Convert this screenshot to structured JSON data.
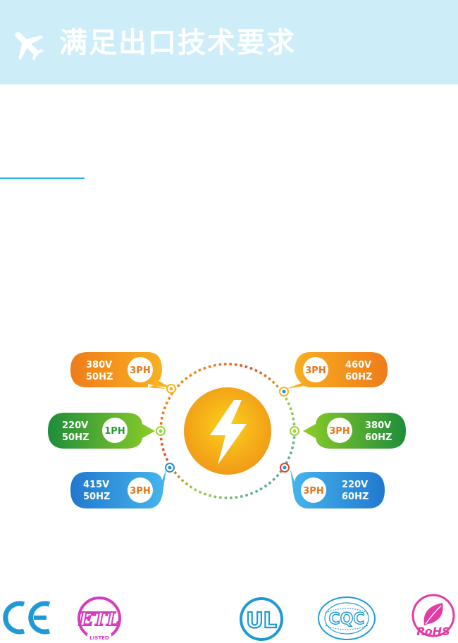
{
  "header": {
    "title": "满足出口技术要求",
    "icon": "airplane-icon"
  },
  "center_icon": "lightning-bolt-icon",
  "power_specs": [
    {
      "side": "left",
      "voltage": "380V",
      "frequency": "50HZ",
      "phase": "3PH",
      "color": "#f08a1c"
    },
    {
      "side": "left",
      "voltage": "220V",
      "frequency": "50HZ",
      "phase": "1PH",
      "color": "#2a9b3c"
    },
    {
      "side": "left",
      "voltage": "415V",
      "frequency": "50HZ",
      "phase": "3PH",
      "color": "#2f8fd8"
    },
    {
      "side": "right",
      "voltage": "460V",
      "frequency": "60HZ",
      "phase": "3PH",
      "color": "#f08a1c"
    },
    {
      "side": "right",
      "voltage": "380V",
      "frequency": "60HZ",
      "phase": "3PH",
      "color": "#2a9b3c"
    },
    {
      "side": "right",
      "voltage": "220V",
      "frequency": "60HZ",
      "phase": "3PH",
      "color": "#2f8fd8"
    }
  ],
  "certifications": [
    {
      "name": "CE"
    },
    {
      "name": "ETL",
      "sublabel": "LISTED"
    },
    {
      "name": "UL"
    },
    {
      "name": "CQC"
    },
    {
      "name": "RoHS"
    }
  ]
}
